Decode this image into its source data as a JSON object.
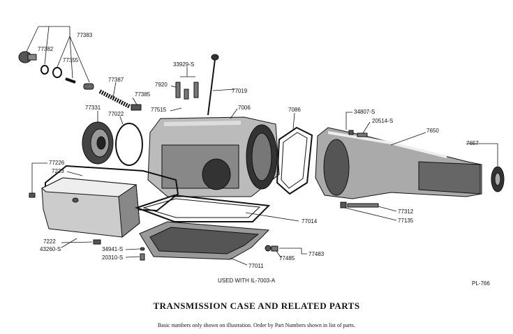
{
  "title": "TRANSMISSION CASE AND RELATED PARTS",
  "note": "Basic numbers only shown on illustration.   Order by Part Numbers shown in list of parts.",
  "used_with": "USED WITH IL-7003-A",
  "plate_number": "PL-766",
  "part_labels": {
    "p77383": "77383",
    "p77382": "77382",
    "p77355": "77355",
    "p77387": "77387",
    "p77385": "77385",
    "p77331": "77331",
    "p77022": "77022",
    "p33929s": "33929-S",
    "p7920": "7920",
    "p77515": "77515",
    "p77019": "77019",
    "p7006": "7006",
    "p7086": "7086",
    "p34807s": "34807-S",
    "p20514s": "20514-S",
    "p7650": "7650",
    "p7657": "7657",
    "p77226": "77226",
    "p7223": "7223",
    "p7222": "7222",
    "p43260s": "43260-S",
    "p34941s": "34941-S",
    "p20310s": "20310-S",
    "p77014": "77014",
    "p77011": "77011",
    "p77485": "77485",
    "p77483": "77483",
    "p77312": "77312",
    "p77135": "77135"
  }
}
